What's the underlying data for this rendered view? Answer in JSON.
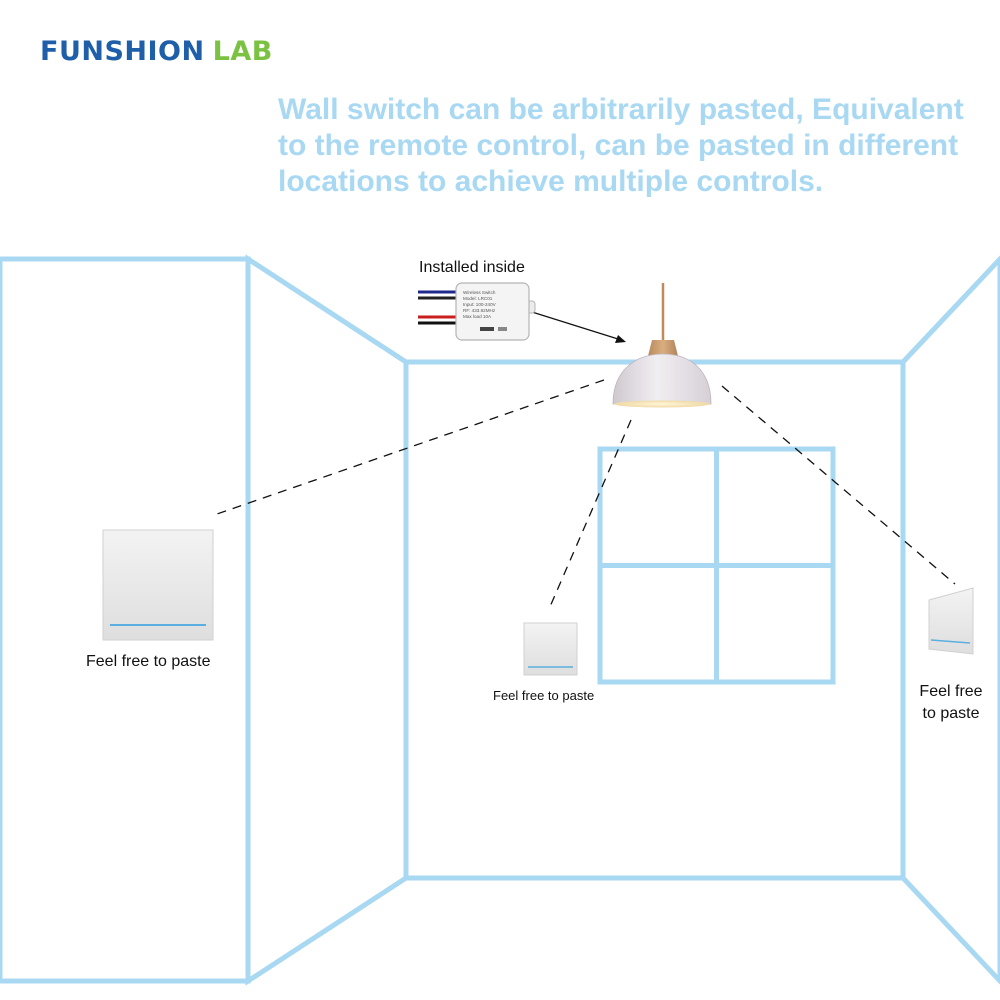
{
  "logo": {
    "brand": "FUNSHION",
    "suffix": "LAB",
    "brand_color": "#1f5ea8",
    "suffix_color": "#7cc242"
  },
  "headline": "Wall switch can be arbitrarily pasted, Equivalent to the remote control, can be pasted in different locations to achieve multiple controls.",
  "controller": {
    "caption": "Installed inside",
    "label_lines": [
      "Wireless Switch",
      "Model: LRC01",
      "Input: 100-240V",
      "RF: 433.92MHz",
      "Max load 10A"
    ],
    "wire_colors": [
      "#1d2a8c",
      "#222222",
      "#c81e1e",
      "#111111"
    ]
  },
  "switches": {
    "left_caption": "Feel free to paste",
    "center_caption": "Feel free to paste",
    "right_caption": "Feel free to paste",
    "indicator_color": "#5aaee0"
  },
  "colors": {
    "outline": "#a8d8f2",
    "headline": "#a8d8f2"
  }
}
